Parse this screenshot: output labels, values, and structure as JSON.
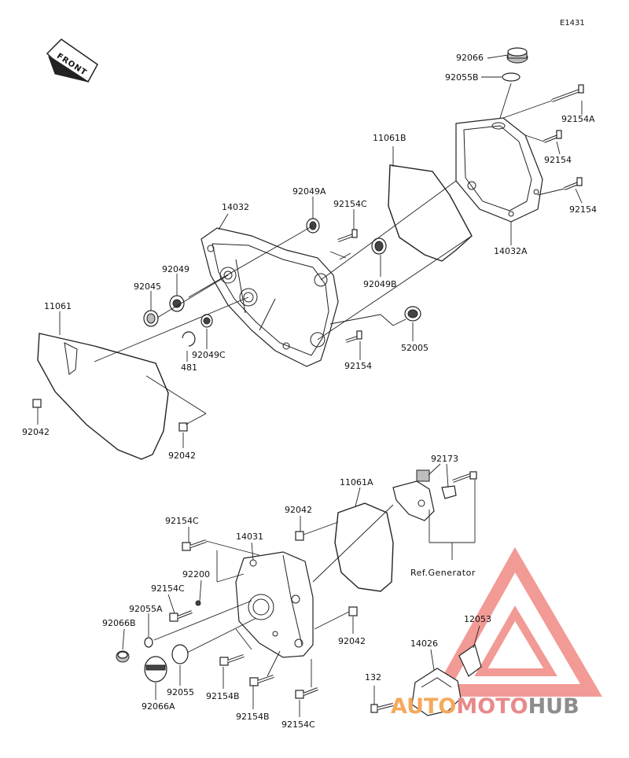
{
  "diagram_code": "E1431",
  "front_label": "FRONT",
  "ref_label": "Ref.Generator",
  "watermark": {
    "auto": "AUTO",
    "moto": "MOTO",
    "hub": "HUB"
  },
  "colors": {
    "watermark_red": "#e8483f",
    "watermark_orange": "#f5a95b",
    "watermark_grey": "#8d8d8d"
  },
  "parts": {
    "p92066": "92066",
    "p92055B": "92055B",
    "p92154A": "92154A",
    "p11061B": "11061B",
    "p92154_r1": "92154",
    "p92154_r2": "92154",
    "p14032A": "14032A",
    "p92049A": "92049A",
    "p92154C_top": "92154C",
    "p14032": "14032",
    "p92049B": "92049B",
    "p92049": "92049",
    "p92045": "92045",
    "p11061": "11061",
    "p481": "481",
    "p92049C": "92049C",
    "p52005": "52005",
    "p92154_mid": "92154",
    "p92042_a": "92042",
    "p92042_b": "92042",
    "p92173": "92173",
    "p11061A": "11061A",
    "p92042_c": "92042",
    "p92154C_b1": "92154C",
    "p14031": "14031",
    "p92200": "92200",
    "p92154C_b2": "92154C",
    "p92055A": "92055A",
    "p92066B": "92066B",
    "p12053": "12053",
    "p14026": "14026",
    "p92042_d": "92042",
    "p92055": "92055",
    "p92066A": "92066A",
    "p92154B_1": "92154B",
    "p92154B_2": "92154B",
    "p132": "132",
    "p92154C_bot": "92154C"
  }
}
